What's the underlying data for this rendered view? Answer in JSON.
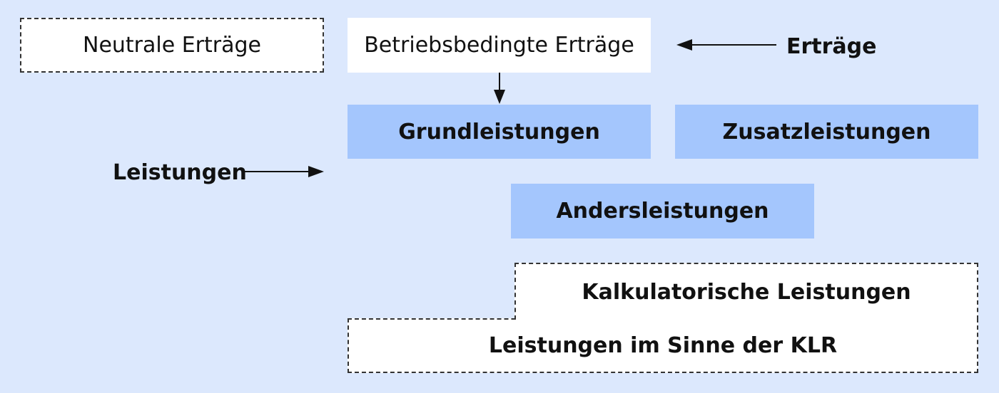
{
  "boxes": {
    "neutrale_ertraege": "Neutrale Erträge",
    "betriebsbedingte_ertraege": "Betriebsbedingte Erträge",
    "grundleistungen": "Grundleistungen",
    "zusatzleistungen": "Zusatzleistungen",
    "andersleistungen": "Andersleistungen",
    "kalkulatorische_leistungen": "Kalkulatorische Leistungen",
    "leistungen_klr": "Leistungen im Sinne der KLR"
  },
  "labels": {
    "ertraege": "Erträge",
    "leistungen": "Leistungen"
  },
  "colors": {
    "background": "#dce8fd",
    "blue_box": "#a4c6fd",
    "white_box": "#ffffff",
    "line": "#111111"
  }
}
